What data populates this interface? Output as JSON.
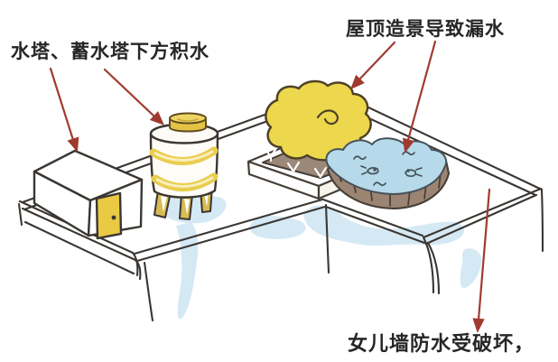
{
  "labels": {
    "water_tower_ponding": "水塔、蓄水塔下方积水",
    "roof_landscaping_leak": "屋顶造景导致漏水",
    "parapet_damage": "女儿墙防水受破坏，"
  },
  "colors": {
    "background": "#ffffff",
    "outline": "#3a3632",
    "annotation_arrow": "#a03b30",
    "label_text": "#262626",
    "shrub_yellow": "#edd74d",
    "door_yellow": "#eac943",
    "tower_band_yellow": "#eacd4f",
    "tower_leg_tan": "#d8bb55",
    "soil_brown": "#9c8879",
    "brick_brown": "#9c8472",
    "pond_water_blue": "#b6dae9",
    "stain_blue": "#d4e9f4"
  },
  "elements": {
    "utility_room": "utility-room",
    "utility_room_door": "utility-room-door",
    "water_tower": "water-tower",
    "water_tower_cap": "water-tower-cap",
    "water_tower_legs": "water-tower-legs",
    "planter_box": "planter-box",
    "sprouts": "sprouts",
    "shrub": "shrub",
    "rooftop_pond": "rooftop-pond",
    "pond_brick_rim": "pond-brick-rim",
    "parapet_walls": "parapet-walls",
    "water_stains": "water-stains",
    "annotation_arrows": "annotation-arrows"
  }
}
